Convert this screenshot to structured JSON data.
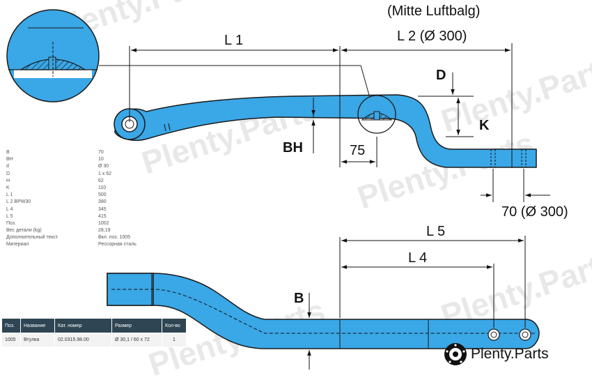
{
  "labels": {
    "title_top": "(Mitte Luftbalg)",
    "l1": "L 1",
    "l2": "L 2 (Ø 300)",
    "d": "D",
    "k": "K",
    "bh": "BH",
    "dim_75": "75",
    "dim_70": "70 (Ø 300)",
    "l5": "L 5",
    "l4": "L 4",
    "b": "B"
  },
  "watermark": "Plenty.Parts",
  "params": [
    {
      "key": "B",
      "value": "70"
    },
    {
      "key": "BH",
      "value": "10"
    },
    {
      "key": "d",
      "value": "Ø 30"
    },
    {
      "key": "D",
      "value": "1 x 62"
    },
    {
      "key": "H",
      "value": "62"
    },
    {
      "key": "K",
      "value": "110"
    },
    {
      "key": "L 1",
      "value": "500"
    },
    {
      "key": "L 2 BPW30",
      "value": "380"
    },
    {
      "key": "L 4",
      "value": "345"
    },
    {
      "key": "L 5",
      "value": "415"
    },
    {
      "key": "Поз.",
      "value": "1002"
    },
    {
      "key": "Вес детали (kg)",
      "value": "28,19"
    },
    {
      "key": "Дополнительный текст",
      "value": "Вкл. поз. 1005"
    },
    {
      "key": "Материал",
      "value": "Рессорная сталь"
    }
  ],
  "parts_table": {
    "headers": [
      "Поз.",
      "Название",
      "Кат. номер",
      "Размер",
      "Кол-во"
    ],
    "rows": [
      [
        "1005",
        "Втулка",
        "02.0315.98.00",
        "Ø 30,1 / 60 x 72",
        "1"
      ]
    ]
  },
  "brand": {
    "name": "Plenty.Parts",
    "icon": "brake-disc-icon"
  },
  "colors": {
    "part": "#3aa7e6",
    "outline": "#1a1a1a"
  }
}
